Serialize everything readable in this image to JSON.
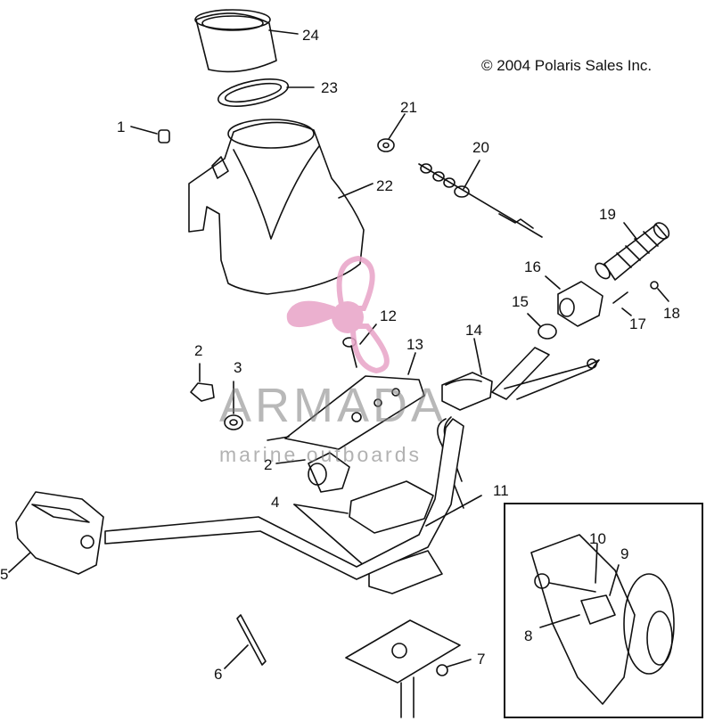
{
  "copyright": "© 2004 Polaris Sales Inc.",
  "watermark": {
    "name": "ARMADA",
    "tagline": "marine outboards",
    "color": "#e8a3c7"
  },
  "callouts": [
    "1",
    "2",
    "3",
    "2",
    "4",
    "5",
    "6",
    "7",
    "8",
    "9",
    "10",
    "11",
    "12",
    "13",
    "14",
    "15",
    "16",
    "17",
    "18",
    "19",
    "20",
    "21",
    "22",
    "23",
    "24"
  ],
  "callout_labels": {
    "c1": "1",
    "c2a": "2",
    "c2b": "2",
    "c3": "3",
    "c4": "4",
    "c5": "5",
    "c6": "6",
    "c7": "7",
    "c8": "8",
    "c9": "9",
    "c10": "10",
    "c11": "11",
    "c12": "12",
    "c13": "13",
    "c14": "14",
    "c15": "15",
    "c16": "16",
    "c17": "17",
    "c18": "18",
    "c19": "19",
    "c20": "20",
    "c21": "21",
    "c22": "22",
    "c23": "23",
    "c24": "24"
  }
}
